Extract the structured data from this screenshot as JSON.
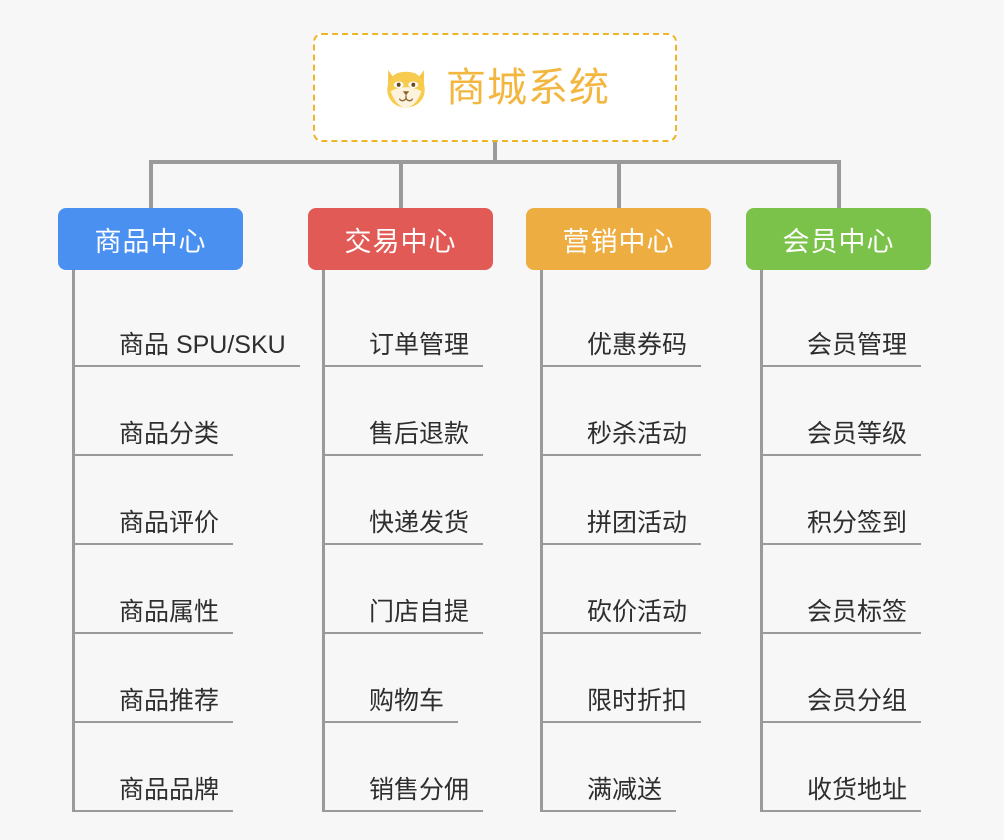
{
  "page": {
    "background_color": "#f7f7f7",
    "type": "mindmap"
  },
  "root": {
    "title": "商城系统",
    "icon": "dog-face-icon",
    "border_color": "#f0b429",
    "text_color": "#f3b63f",
    "background_color": "#ffffff"
  },
  "categories": [
    {
      "label": "商品中心",
      "color": "#4a90f0",
      "items": [
        {
          "label": "商品 SPU/SKU"
        },
        {
          "label": "商品分类"
        },
        {
          "label": "商品评价"
        },
        {
          "label": "商品属性"
        },
        {
          "label": "商品推荐"
        },
        {
          "label": "商品品牌"
        }
      ]
    },
    {
      "label": "交易中心",
      "color": "#e25a56",
      "items": [
        {
          "label": "订单管理"
        },
        {
          "label": "售后退款"
        },
        {
          "label": "快递发货"
        },
        {
          "label": "门店自提"
        },
        {
          "label": "购物车"
        },
        {
          "label": "销售分佣"
        }
      ]
    },
    {
      "label": "营销中心",
      "color": "#eead40",
      "items": [
        {
          "label": "优惠券码"
        },
        {
          "label": "秒杀活动"
        },
        {
          "label": "拼团活动"
        },
        {
          "label": "砍价活动"
        },
        {
          "label": "限时折扣"
        },
        {
          "label": "满减送"
        }
      ]
    },
    {
      "label": "会员中心",
      "color": "#78c košice"
    }
  ],
  "connector_color": "#9a9a9a"
}
